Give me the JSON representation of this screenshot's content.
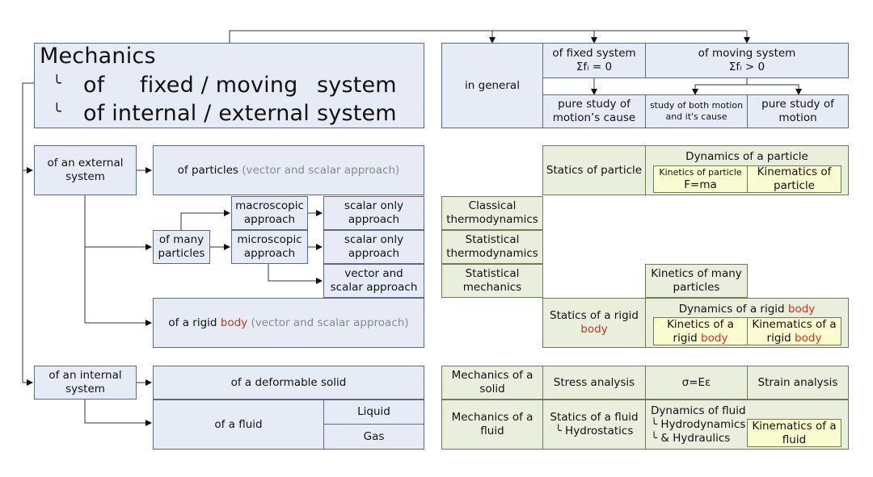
{
  "title": {
    "line1": "Mechanics",
    "line2_a": "of",
    "line2_b": "fixed / moving",
    "line2_c": "system",
    "line3_a": "of internal / external",
    "line3_b": "system"
  },
  "header": {
    "in_general": "in general",
    "fixed": "of fixed system",
    "fixed_eq": "Σfᵢ = 0",
    "moving": "of moving system",
    "moving_eq": "Σfᵢ > 0",
    "pure_cause": "pure study of motion’s cause",
    "both": "study of both motion and it's cause",
    "pure_motion": "pure study of motion"
  },
  "left": {
    "external": "of an external system",
    "particles": "of particles",
    "particles_note": "(vector and scalar approach)",
    "macroscopic": "macroscopic approach",
    "microscopic": "microscopic approach",
    "many": "of many particles",
    "scalar1": "scalar only approach",
    "scalar2": "scalar only approach",
    "vecscalar": "vector and scalar approach",
    "rigid_a": "of a rigid",
    "rigid_b": "body",
    "rigid_note": "(vector and scalar approach)",
    "internal": "of an internal system",
    "deformable": "of a deformable solid",
    "fluid": "of a fluid",
    "liquid": "Liquid",
    "gas": "Gas"
  },
  "right": {
    "statics_particle": "Statics of particle",
    "dyn_particle": "Dynamics of a particle",
    "kinetics_particle": "Kinetics of particle",
    "fma": "F=ma",
    "kinematics_particle": "Kinematics of particle",
    "classical_thermo": "Classical thermodynamics",
    "statistical_thermo": "Statistical thermodynamics",
    "statistical_mech": "Statistical mechanics",
    "kinetics_many": "Kinetics of many particles",
    "statics_rigid_a": "Statics of a rigid",
    "statics_rigid_b": "body",
    "dyn_rigid_a": "Dynamics of a rigid",
    "dyn_rigid_b": "body",
    "kinetics_rigid_a": "Kinetics of a",
    "kinetics_rigid_b": "rigid",
    "kinetics_rigid_c": "body",
    "kinematics_rigid_a": "Kinematics of a",
    "kinematics_rigid_b": "rigid",
    "kinematics_rigid_c": "body",
    "mech_solid": "Mechanics of a solid",
    "stress": "Stress analysis",
    "sigma": "σ=Eε",
    "strain": "Strain analysis",
    "mech_fluid": "Mechanics of a fluid",
    "statics_fluid": "Statics of a fluid",
    "hydrostatics": "Hydrostatics",
    "dyn_fluid": "Dynamics of fluid",
    "hydrodynamics": "Hydrodynamics",
    "hydraulics": "& Hydraulics",
    "kinematics_fluid": "Kinematics of a fluid"
  }
}
